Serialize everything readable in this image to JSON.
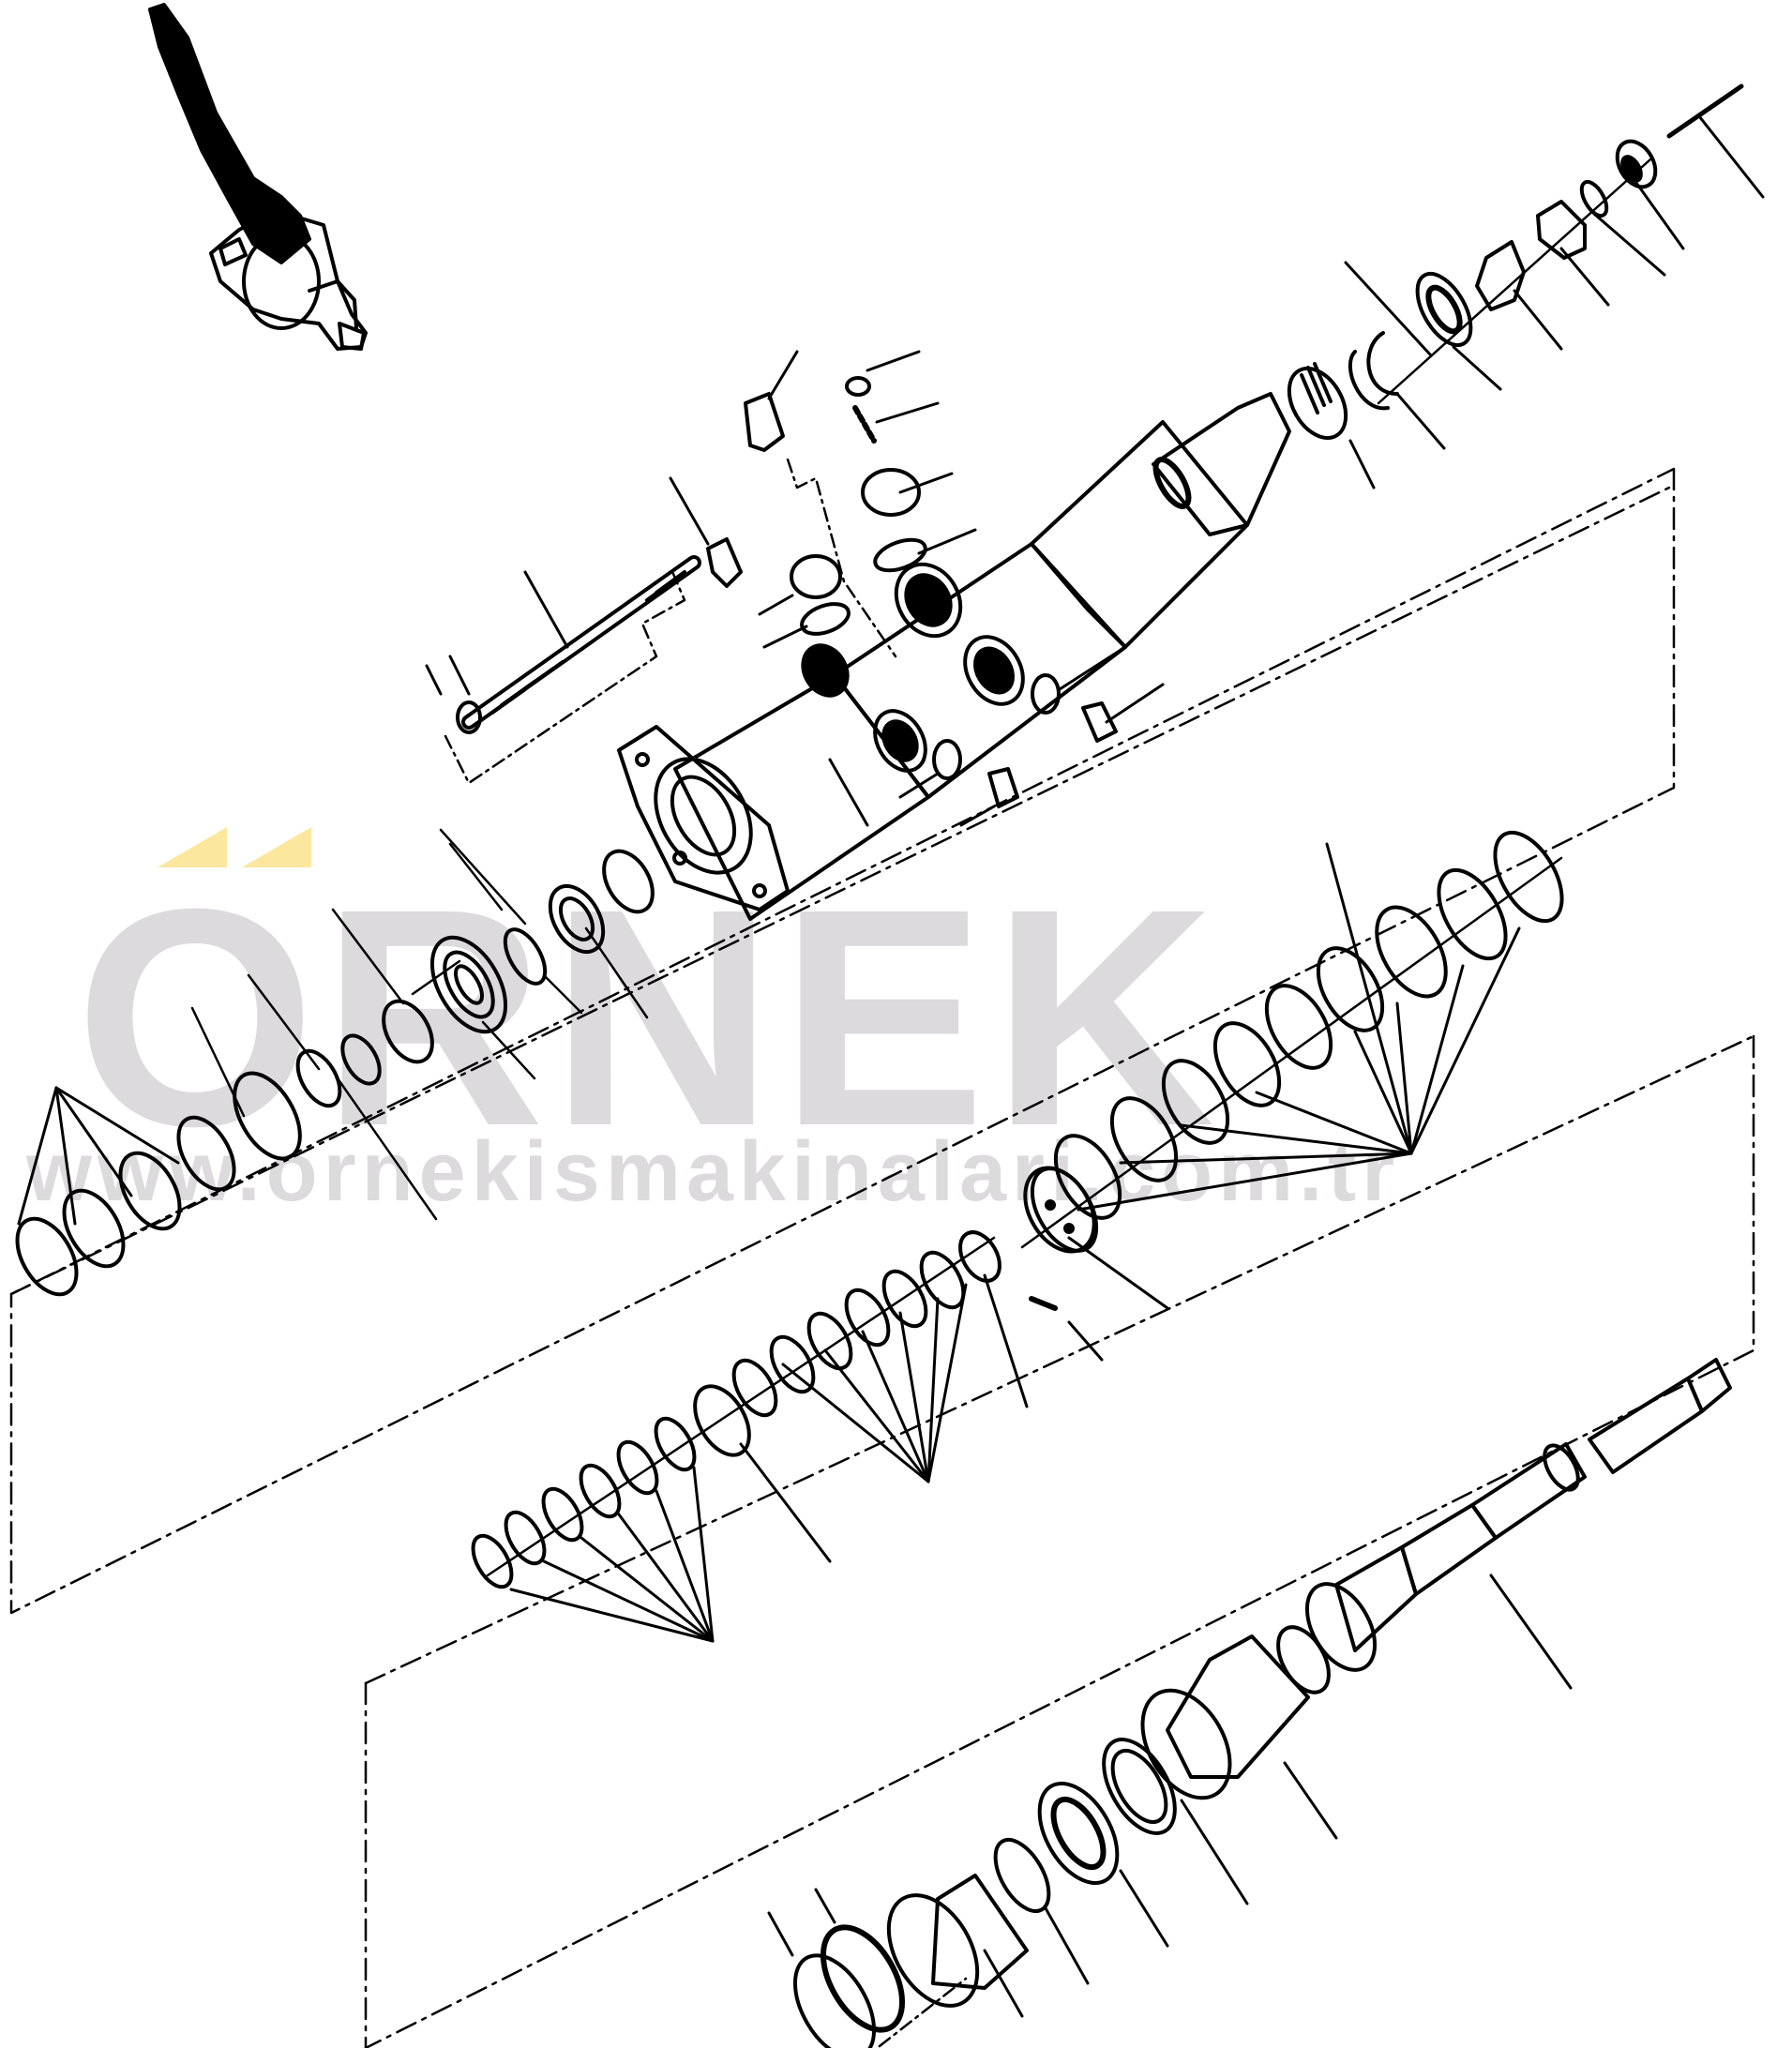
{
  "diagram": {
    "type": "exploded-parts-view",
    "subject": "steering gear assembly",
    "stroke_color": "#000000",
    "background": "#ffffff"
  },
  "watermark": {
    "brand": "ÖRNEK",
    "brand_base": "ORNEK",
    "url": "www.ornekismakinalari.com.tr",
    "text_color": "#dcdadd",
    "accent_color": "#fce79f"
  },
  "groups": [
    {
      "name": "assembly-overview",
      "description": "installed steering column and gear (top-left)"
    },
    {
      "name": "upper-nut-stack",
      "description": "nut, washer, nuts and bearing on shaft end (top-right)"
    },
    {
      "name": "gear-housing",
      "description": "main housing with flange, ports, plugs and fittings"
    },
    {
      "name": "stud-and-nut",
      "description": "threaded stud with nut and washer"
    },
    {
      "name": "left-seal-stack",
      "description": "seals, bearings and retainer plates (left)"
    },
    {
      "name": "right-disc-stack",
      "description": "retainer/disc plates with common leader (right)"
    },
    {
      "name": "middle-plate-stack",
      "description": "lobed plates, rotor and pin (middle)"
    },
    {
      "name": "input-shaft-stack",
      "description": "splined shaft, sleeve, bearings, seals and rings (bottom)"
    }
  ]
}
